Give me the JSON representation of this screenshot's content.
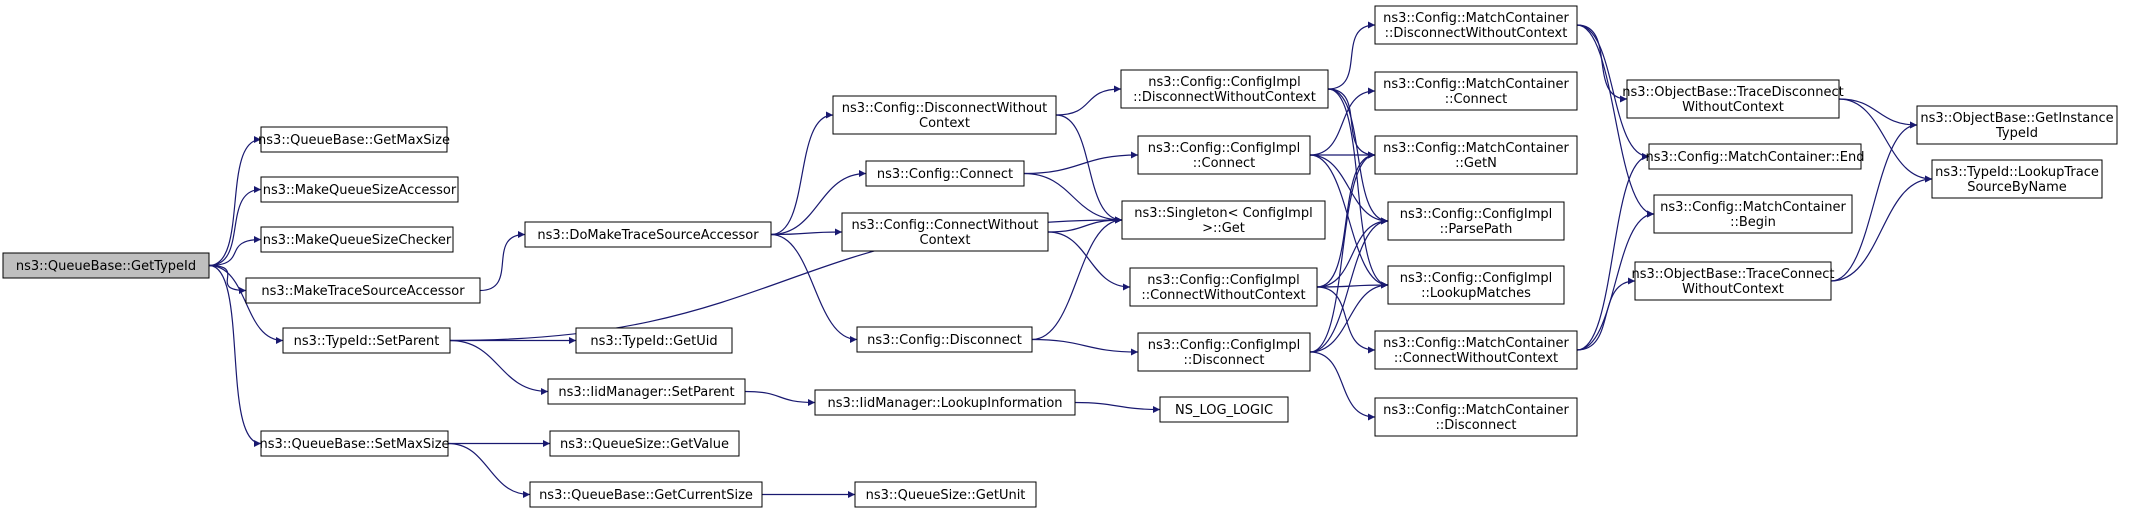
{
  "colors": {
    "edge": "#191970",
    "root_fill": "#bfbfbf",
    "node_fill": "#ffffff",
    "border": "#000000"
  },
  "nodes": [
    {
      "id": "getTypeId",
      "lines": [
        "ns3::QueueBase::GetTypeId"
      ],
      "root": true
    },
    {
      "id": "getMaxSize",
      "lines": [
        "ns3::QueueBase::GetMaxSize"
      ]
    },
    {
      "id": "makeAccessor",
      "lines": [
        "ns3::MakeQueueSizeAccessor"
      ]
    },
    {
      "id": "makeChecker",
      "lines": [
        "ns3::MakeQueueSizeChecker"
      ]
    },
    {
      "id": "makeTrace",
      "lines": [
        "ns3::MakeTraceSourceAccessor"
      ]
    },
    {
      "id": "setParent",
      "lines": [
        "ns3::TypeId::SetParent"
      ]
    },
    {
      "id": "setMaxSize",
      "lines": [
        "ns3::QueueBase::SetMaxSize"
      ]
    },
    {
      "id": "doMake",
      "lines": [
        "ns3::DoMakeTraceSourceAccessor"
      ]
    },
    {
      "id": "getUid",
      "lines": [
        "ns3::TypeId::GetUid"
      ]
    },
    {
      "id": "iidSetParent",
      "lines": [
        "ns3::IidManager::SetParent"
      ]
    },
    {
      "id": "getValue",
      "lines": [
        "ns3::QueueSize::GetValue"
      ]
    },
    {
      "id": "getCurrentSize",
      "lines": [
        "ns3::QueueBase::GetCurrentSize"
      ]
    },
    {
      "id": "cfgDisconnectWC",
      "lines": [
        "ns3::Config::DisconnectWithout",
        "Context"
      ]
    },
    {
      "id": "cfgConnect",
      "lines": [
        "ns3::Config::Connect"
      ]
    },
    {
      "id": "cfgConnectWC",
      "lines": [
        "ns3::Config::ConnectWithout",
        "Context"
      ]
    },
    {
      "id": "cfgDisconnect",
      "lines": [
        "ns3::Config::Disconnect"
      ]
    },
    {
      "id": "lookupInfo",
      "lines": [
        "ns3::IidManager::LookupInformation"
      ]
    },
    {
      "id": "getUnit",
      "lines": [
        "ns3::QueueSize::GetUnit"
      ]
    },
    {
      "id": "implDisconnectWC",
      "lines": [
        "ns3::Config::ConfigImpl",
        "::DisconnectWithoutContext"
      ]
    },
    {
      "id": "implConnect",
      "lines": [
        "ns3::Config::ConfigImpl",
        "::Connect"
      ]
    },
    {
      "id": "singletonGet",
      "lines": [
        "ns3::Singleton< ConfigImpl",
        " >::Get"
      ]
    },
    {
      "id": "implConnectWC",
      "lines": [
        "ns3::Config::ConfigImpl",
        "::ConnectWithoutContext"
      ]
    },
    {
      "id": "implDisconnect",
      "lines": [
        "ns3::Config::ConfigImpl",
        "::Disconnect"
      ]
    },
    {
      "id": "nsLogLogic",
      "lines": [
        "NS_LOG_LOGIC"
      ]
    },
    {
      "id": "mcDisconnectWC",
      "lines": [
        "ns3::Config::MatchContainer",
        "::DisconnectWithoutContext"
      ]
    },
    {
      "id": "mcConnect",
      "lines": [
        "ns3::Config::MatchContainer",
        "::Connect"
      ]
    },
    {
      "id": "mcGetN",
      "lines": [
        "ns3::Config::MatchContainer",
        "::GetN"
      ]
    },
    {
      "id": "parsePath",
      "lines": [
        "ns3::Config::ConfigImpl",
        "::ParsePath"
      ]
    },
    {
      "id": "lookupMatches",
      "lines": [
        "ns3::Config::ConfigImpl",
        "::LookupMatches"
      ]
    },
    {
      "id": "mcConnectWC",
      "lines": [
        "ns3::Config::MatchContainer",
        "::ConnectWithoutContext"
      ]
    },
    {
      "id": "mcDisconnect",
      "lines": [
        "ns3::Config::MatchContainer",
        "::Disconnect"
      ]
    },
    {
      "id": "obTraceDisconnectWC",
      "lines": [
        "ns3::ObjectBase::TraceDisconnect",
        "WithoutContext"
      ]
    },
    {
      "id": "mcEnd",
      "lines": [
        "ns3::Config::MatchContainer::End"
      ]
    },
    {
      "id": "mcBegin",
      "lines": [
        "ns3::Config::MatchContainer",
        "::Begin"
      ]
    },
    {
      "id": "obTraceConnectWC",
      "lines": [
        "ns3::ObjectBase::TraceConnect",
        "WithoutContext"
      ]
    },
    {
      "id": "obGetInstanceTypeId",
      "lines": [
        "ns3::ObjectBase::GetInstance",
        "TypeId"
      ]
    },
    {
      "id": "lookupTraceSource",
      "lines": [
        "ns3::TypeId::LookupTrace",
        "SourceByName"
      ]
    }
  ],
  "edges": [
    [
      "getTypeId",
      "getMaxSize"
    ],
    [
      "getTypeId",
      "makeAccessor"
    ],
    [
      "getTypeId",
      "makeChecker"
    ],
    [
      "getTypeId",
      "makeTrace"
    ],
    [
      "getTypeId",
      "setParent"
    ],
    [
      "getTypeId",
      "setMaxSize"
    ],
    [
      "makeTrace",
      "doMake"
    ],
    [
      "setParent",
      "singletonGet"
    ],
    [
      "setParent",
      "getUid"
    ],
    [
      "setParent",
      "iidSetParent"
    ],
    [
      "setMaxSize",
      "getValue"
    ],
    [
      "setMaxSize",
      "getCurrentSize"
    ],
    [
      "iidSetParent",
      "lookupInfo"
    ],
    [
      "getCurrentSize",
      "getUnit"
    ],
    [
      "doMake",
      "cfgDisconnectWC"
    ],
    [
      "doMake",
      "cfgConnect"
    ],
    [
      "doMake",
      "cfgConnectWC"
    ],
    [
      "doMake",
      "cfgDisconnect"
    ],
    [
      "cfgDisconnectWC",
      "implDisconnectWC"
    ],
    [
      "cfgDisconnectWC",
      "singletonGet"
    ],
    [
      "cfgConnect",
      "implConnect"
    ],
    [
      "cfgConnect",
      "singletonGet"
    ],
    [
      "cfgConnectWC",
      "singletonGet"
    ],
    [
      "cfgConnectWC",
      "implConnectWC"
    ],
    [
      "cfgDisconnect",
      "singletonGet"
    ],
    [
      "cfgDisconnect",
      "implDisconnect"
    ],
    [
      "lookupInfo",
      "nsLogLogic"
    ],
    [
      "implDisconnectWC",
      "mcDisconnectWC"
    ],
    [
      "implDisconnectWC",
      "mcGetN"
    ],
    [
      "implDisconnectWC",
      "parsePath"
    ],
    [
      "implDisconnectWC",
      "lookupMatches"
    ],
    [
      "implConnect",
      "mcConnect"
    ],
    [
      "implConnect",
      "mcGetN"
    ],
    [
      "implConnect",
      "parsePath"
    ],
    [
      "implConnect",
      "lookupMatches"
    ],
    [
      "implConnectWC",
      "mcGetN"
    ],
    [
      "implConnectWC",
      "parsePath"
    ],
    [
      "implConnectWC",
      "lookupMatches"
    ],
    [
      "implConnectWC",
      "mcConnectWC"
    ],
    [
      "implDisconnect",
      "mcGetN"
    ],
    [
      "implDisconnect",
      "parsePath"
    ],
    [
      "implDisconnect",
      "lookupMatches"
    ],
    [
      "implDisconnect",
      "mcDisconnect"
    ],
    [
      "mcDisconnectWC",
      "obTraceDisconnectWC"
    ],
    [
      "mcDisconnectWC",
      "mcEnd"
    ],
    [
      "mcDisconnectWC",
      "mcBegin"
    ],
    [
      "mcConnectWC",
      "mcEnd"
    ],
    [
      "mcConnectWC",
      "mcBegin"
    ],
    [
      "mcConnectWC",
      "obTraceConnectWC"
    ],
    [
      "obTraceDisconnectWC",
      "obGetInstanceTypeId"
    ],
    [
      "obTraceDisconnectWC",
      "lookupTraceSource"
    ],
    [
      "obTraceConnectWC",
      "obGetInstanceTypeId"
    ],
    [
      "obTraceConnectWC",
      "lookupTraceSource"
    ]
  ]
}
